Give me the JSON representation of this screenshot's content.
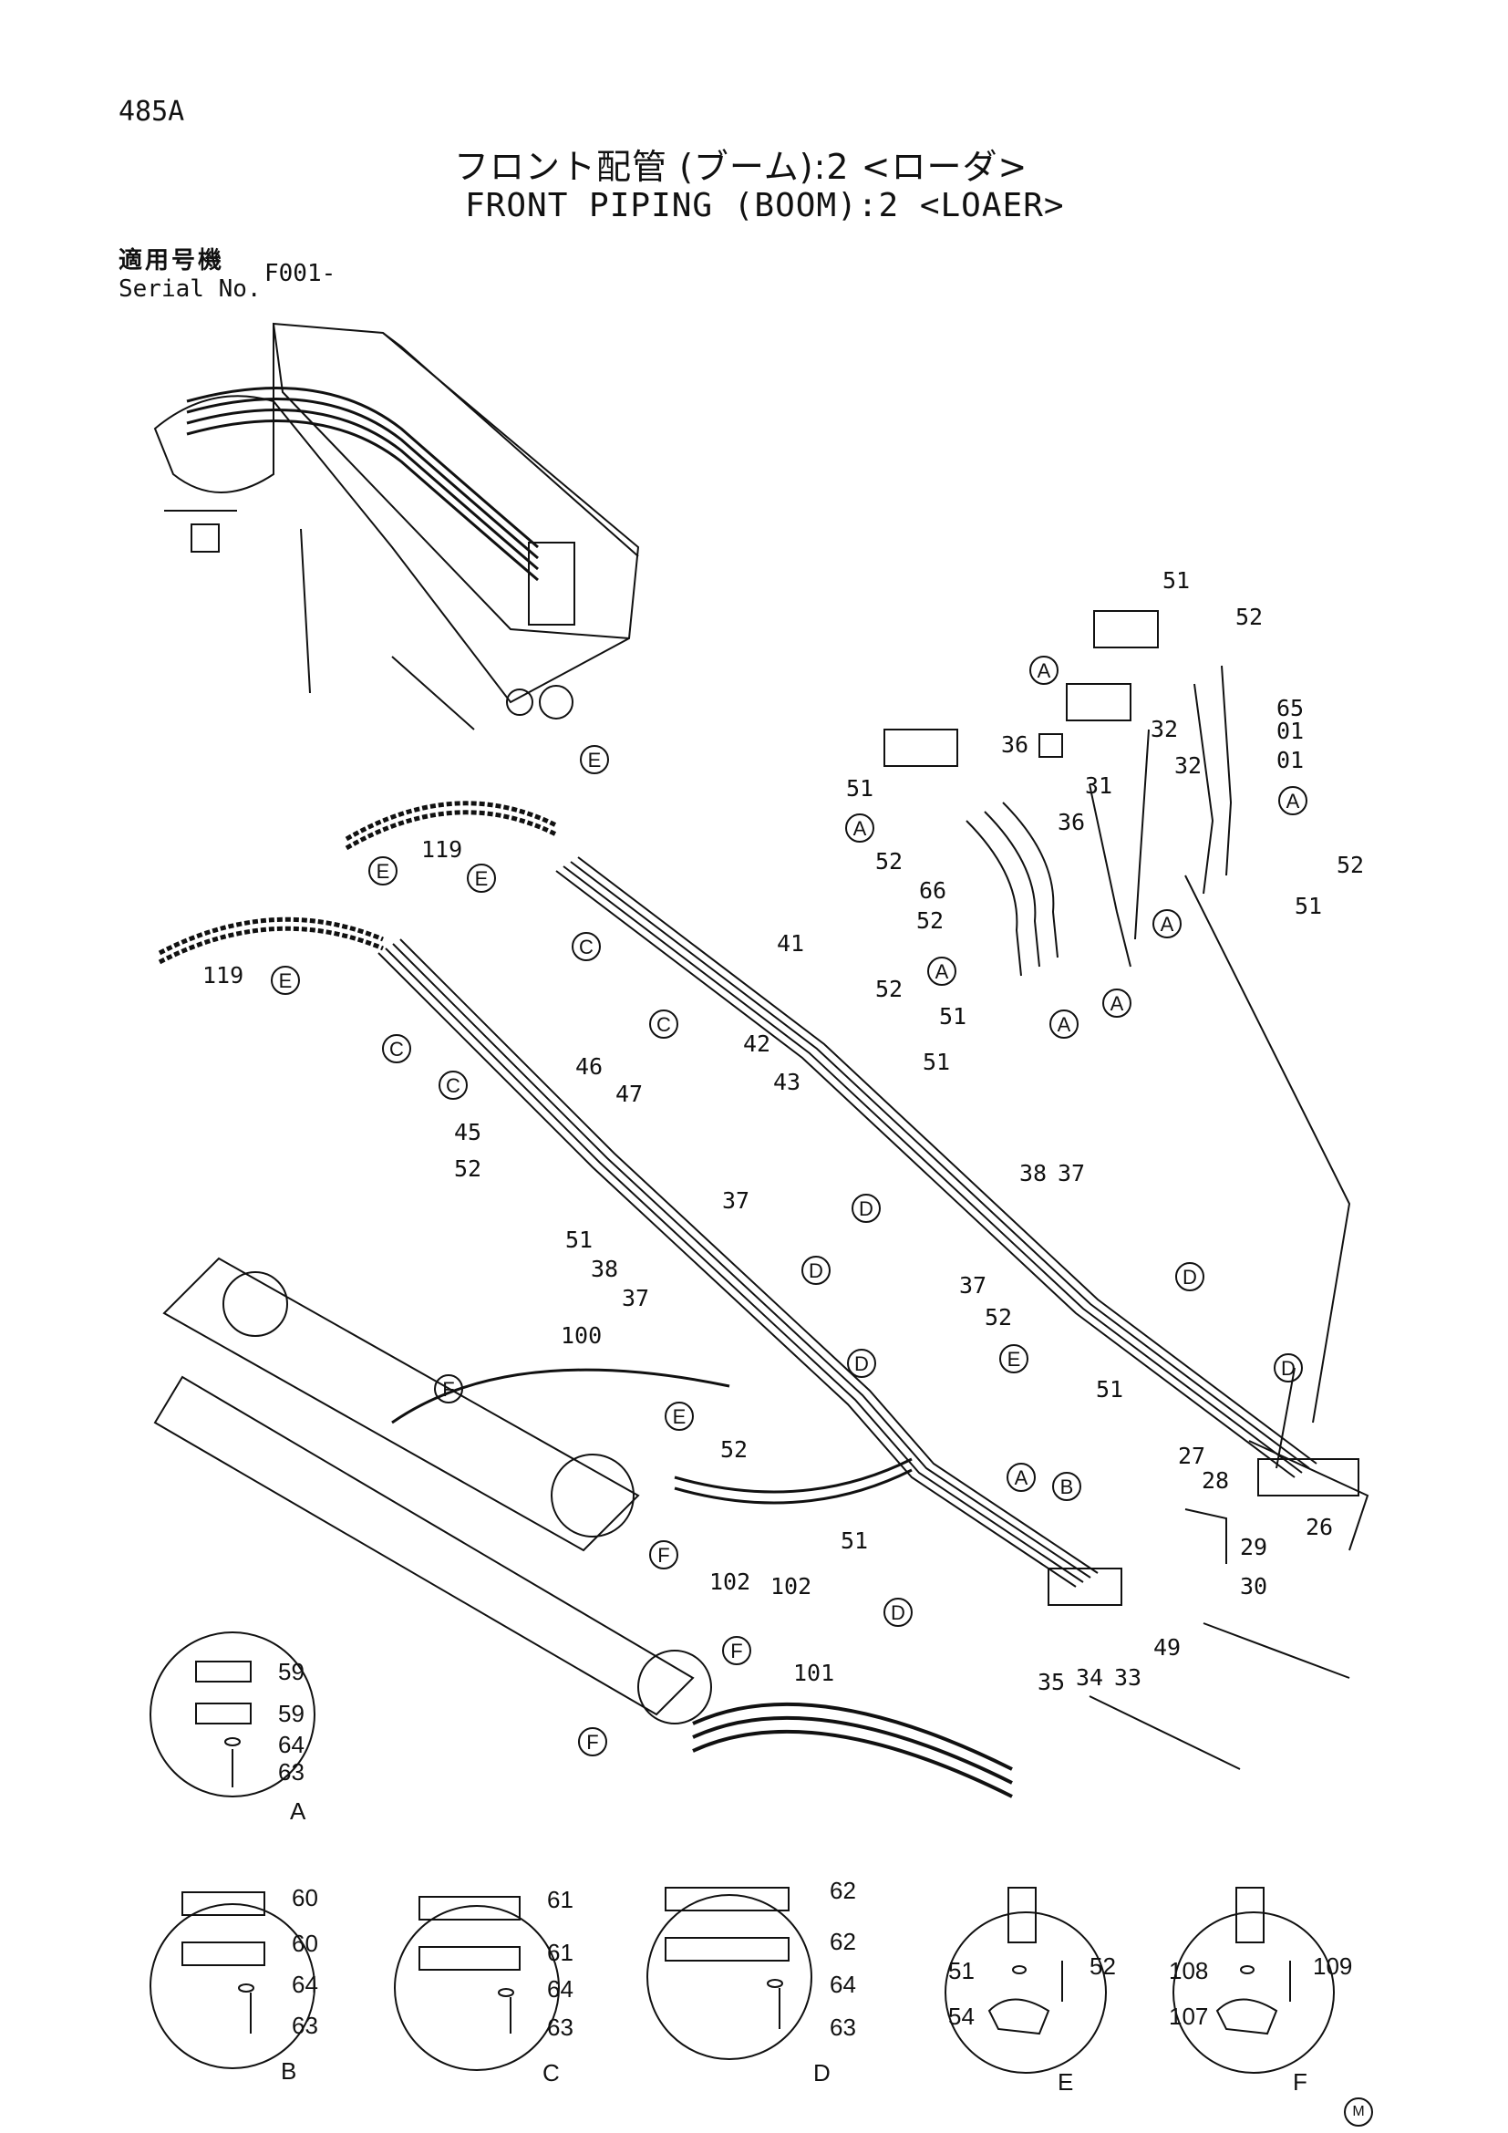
{
  "header": {
    "page_number": "485A",
    "title_jp": "フロント配管 (ブーム):2 <ローダ>",
    "title_en": "FRONT PIPING (BOOM):2 <LOAER>",
    "serial_label_jp": "適用号機",
    "serial_label_en": "Serial No.",
    "serial_value": "F001-"
  },
  "mark": "M",
  "part_labels": {
    "p51a": "51",
    "p52a": "52",
    "p65": "65",
    "p01a": "01",
    "p01b": "01",
    "p32a": "32",
    "p32b": "32",
    "p36a": "36",
    "p31": "31",
    "p36b": "36",
    "p51b": "51",
    "p52b": "52",
    "p66": "66",
    "p52c": "52",
    "p52d": "52",
    "p51c": "51",
    "p119a": "119",
    "p119b": "119",
    "p41": "41",
    "p52e": "52",
    "p42": "42",
    "p43": "43",
    "p51d": "51",
    "p51e": "51",
    "p46": "46",
    "p47": "47",
    "p45": "45",
    "p52f": "52",
    "p51f": "51",
    "p38a": "38",
    "p37a": "37",
    "p37b": "37",
    "p38b": "38",
    "p37c": "37",
    "p37d": "37",
    "p52g": "52",
    "p51g": "51",
    "p100": "100",
    "p52h": "52",
    "p27": "27",
    "p28": "28",
    "p26": "26",
    "p29": "29",
    "p30": "30",
    "p102a": "102",
    "p102b": "102",
    "p51h": "51",
    "p35": "35",
    "p34": "34",
    "p33": "33",
    "p49": "49",
    "p101": "101"
  },
  "callouts": {
    "A": "A",
    "C": "C",
    "D": "D",
    "E": "E",
    "F": "F"
  },
  "detail_labels": {
    "a59a": "59",
    "a59b": "59",
    "a64": "64",
    "a63": "63",
    "aA": "A",
    "b60a": "60",
    "b60b": "60",
    "b64": "64",
    "b63": "63",
    "bB": "B",
    "c61a": "61",
    "c61b": "61",
    "c64": "64",
    "c63": "63",
    "cC": "C",
    "d62a": "62",
    "d62b": "62",
    "d64": "64",
    "d63": "63",
    "dD": "D",
    "e51": "51",
    "e52": "52",
    "e54": "54",
    "eE": "E",
    "f108": "108",
    "f109": "109",
    "f107": "107",
    "fF": "F"
  }
}
